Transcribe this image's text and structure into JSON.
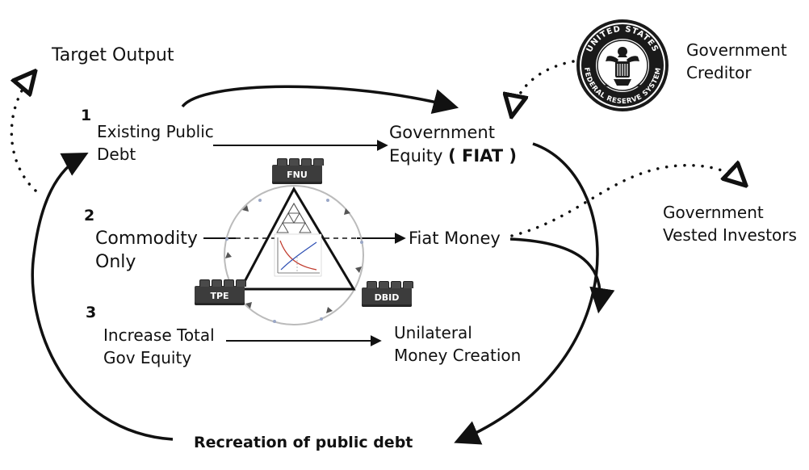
{
  "labels": {
    "target_output": "Target Output",
    "step1_number": "1",
    "step2_number": "2",
    "step3_number": "3",
    "existing_public_debt": "Existing Public\nDebt",
    "commodity_only": "Commodity\nOnly",
    "increase_total_gov_equity": "Increase Total\nGov Equity",
    "government_equity": "Government\nEquity ",
    "fiat_paren": "( FIAT )",
    "fiat_money": "Fiat Money",
    "unilateral_money_creation": "Unilateral\nMoney Creation",
    "government_creditor": "Government\nCreditor",
    "government_vested_investors": "Government\nVested Investors",
    "recreation_of_public_debt": "Recreation of public debt"
  },
  "bricks": {
    "top": "FNU",
    "left": "TPE",
    "right": "DBID"
  },
  "seal": {
    "outer_text": "UNITED STATES",
    "inner_text": "FEDERAL RESERVE SYSTEM"
  },
  "colors": {
    "ink": "#111111",
    "circle": "#bbbbbb",
    "brick": "#3c3c3c",
    "curve_red": "#c0392b",
    "curve_blue": "#2e4fb3"
  }
}
